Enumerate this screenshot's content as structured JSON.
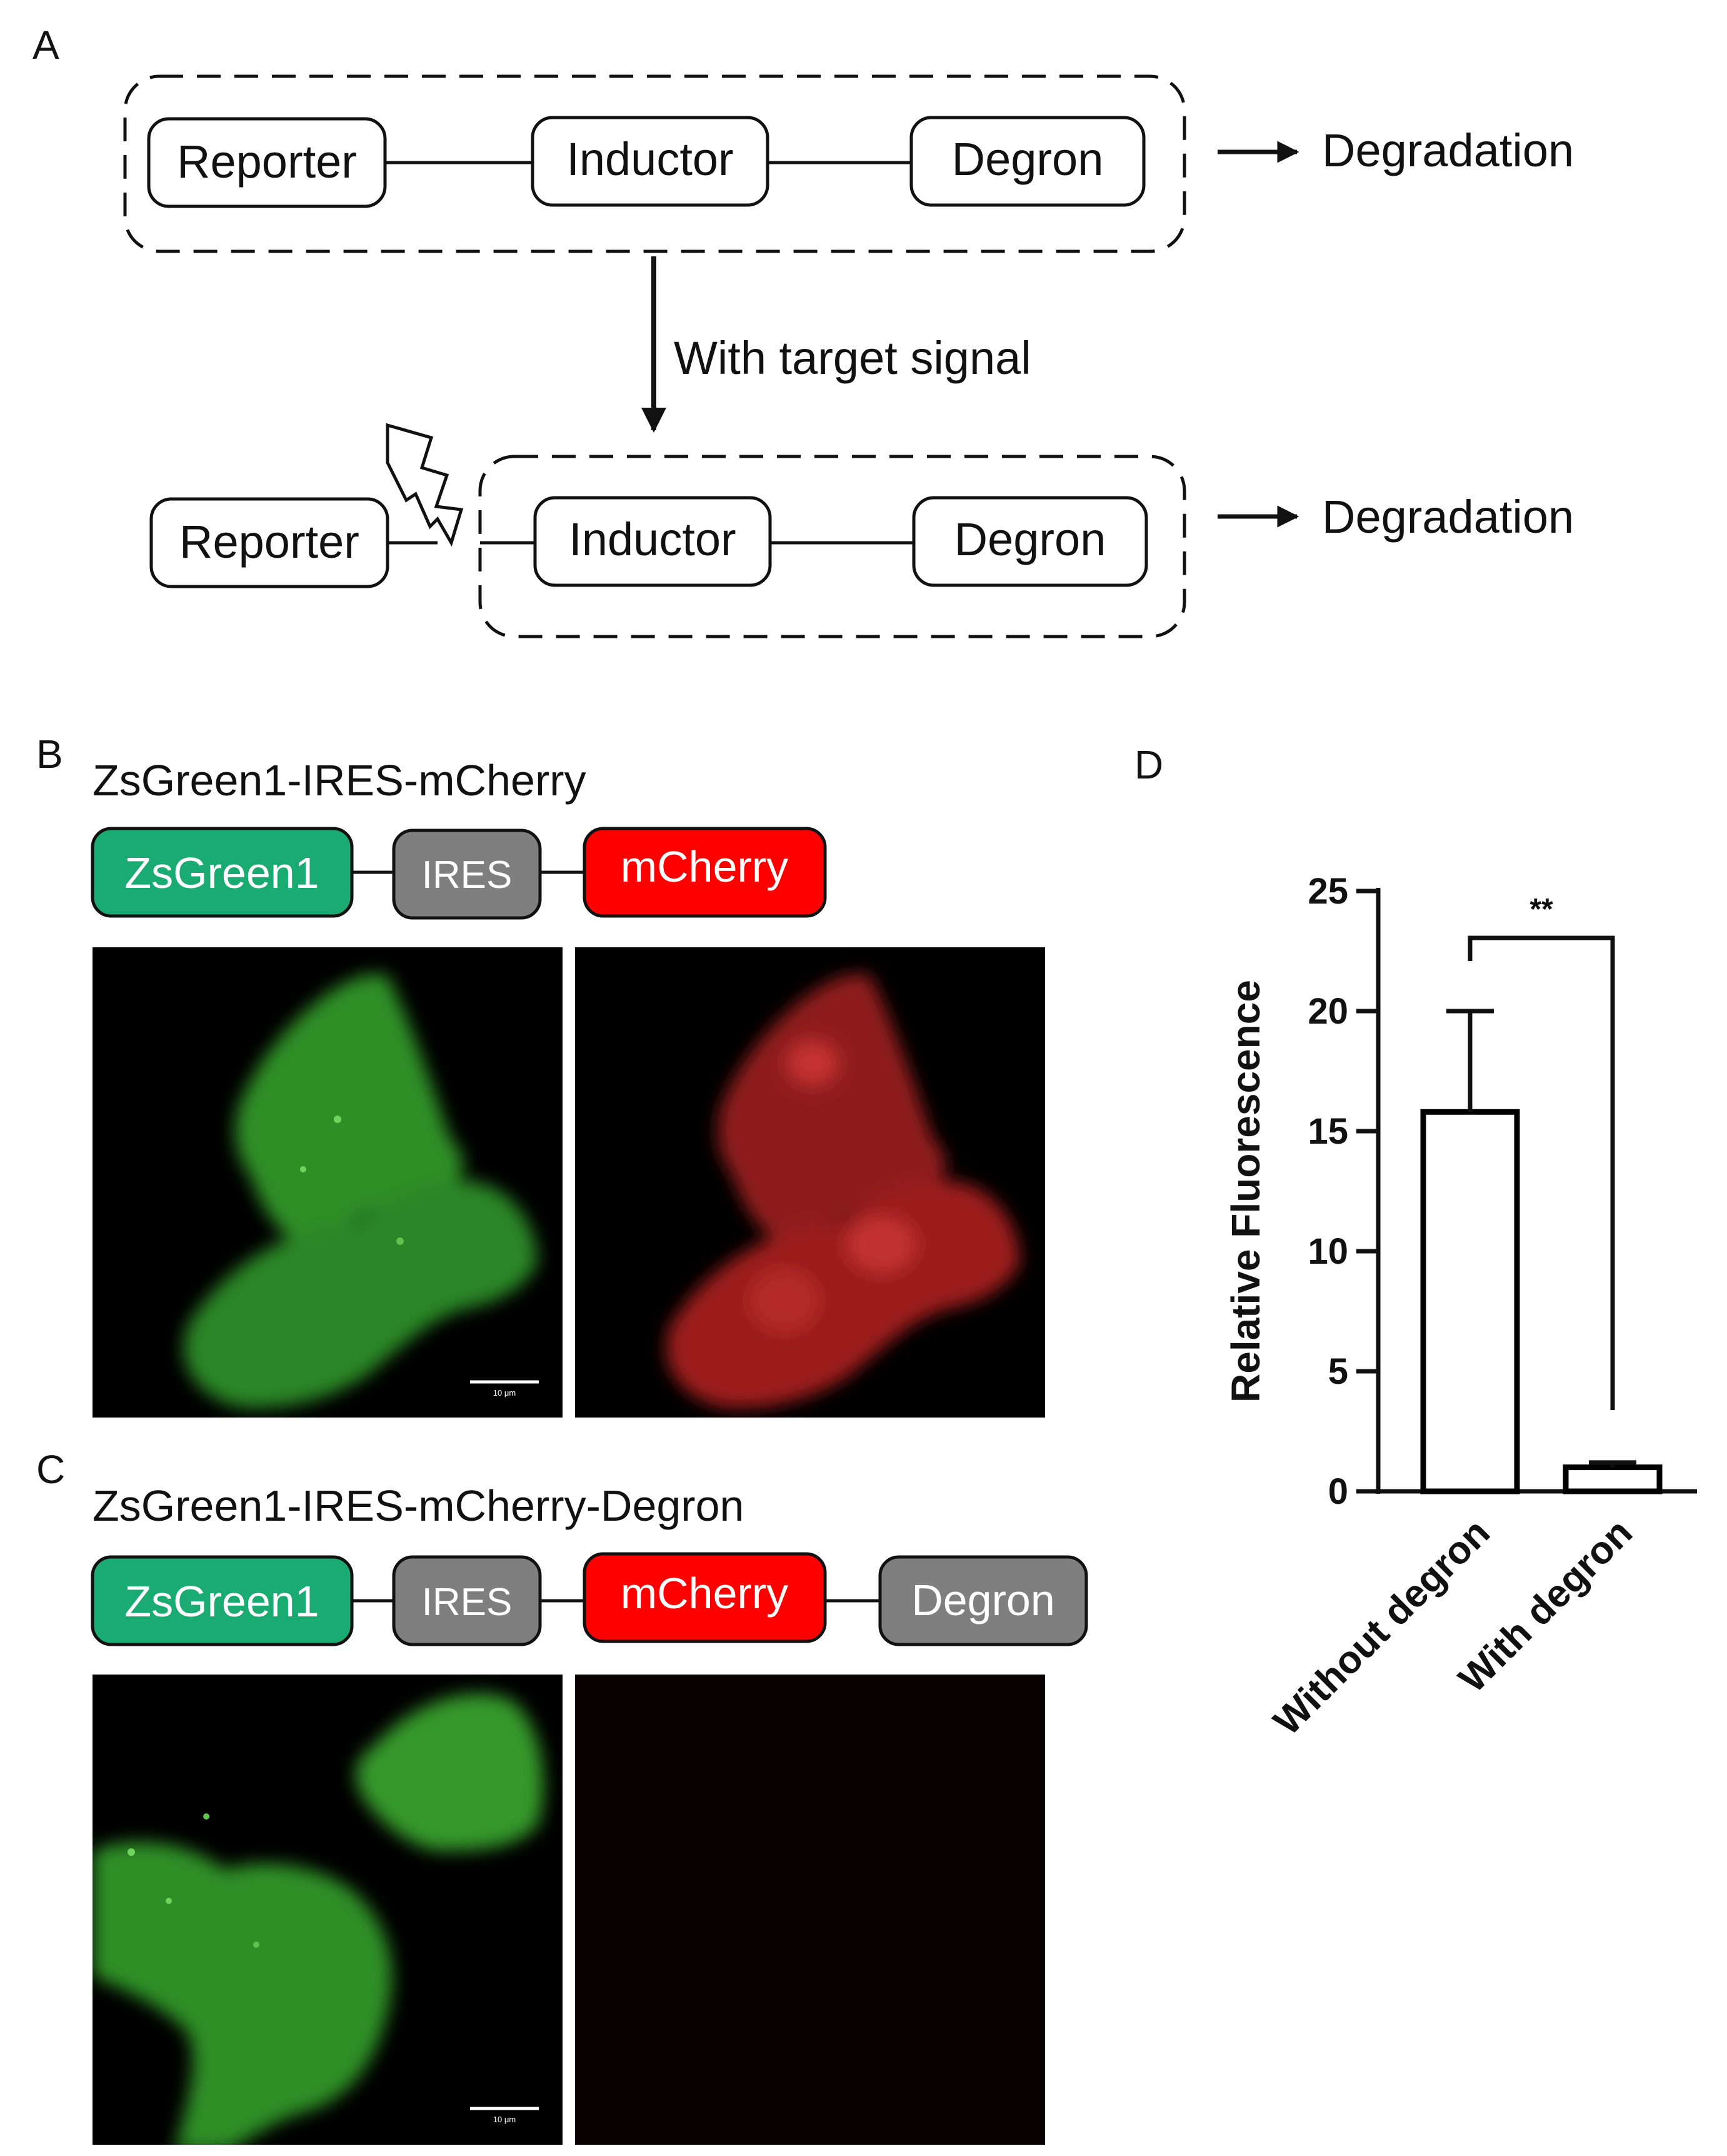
{
  "panels": {
    "a": "A",
    "b": "B",
    "c": "C",
    "d": "D"
  },
  "schematic": {
    "top_row": [
      "Reporter",
      "Inductor",
      "Degron"
    ],
    "bottom_row": [
      "Reporter",
      "Inductor",
      "Degron"
    ],
    "outcome_top": "Degradation",
    "outcome_bottom": "Degradation",
    "transition": "With target signal"
  },
  "construct_b": {
    "title": "ZsGreen1-IRES-mCherry",
    "parts": [
      {
        "label": "ZsGreen1",
        "color": "#1aab72"
      },
      {
        "label": "IRES",
        "color": "#7f7f7f"
      },
      {
        "label": "mCherry",
        "color": "#ff0000"
      }
    ],
    "scale_bar": "10 μm"
  },
  "construct_c": {
    "title": "ZsGreen1-IRES-mCherry-Degron",
    "parts": [
      {
        "label": "ZsGreen1",
        "color": "#1aab72"
      },
      {
        "label": "IRES",
        "color": "#7f7f7f"
      },
      {
        "label": "mCherry",
        "color": "#ff0000"
      },
      {
        "label": "Degron",
        "color": "#7f7f7f"
      }
    ],
    "scale_bar": "10 μm"
  },
  "chart_data": {
    "type": "bar",
    "categories": [
      "Without degron",
      "With degron"
    ],
    "values": [
      15.8,
      1.0
    ],
    "error_upper": [
      20.0,
      1.2
    ],
    "ylabel": "Relative Fluorescence",
    "ylim": [
      0,
      25
    ],
    "yticks": [
      "0",
      "5",
      "10",
      "15",
      "20",
      "25"
    ],
    "significance": "**",
    "bar_fill": "#ffffff",
    "bar_stroke": "#000000"
  }
}
